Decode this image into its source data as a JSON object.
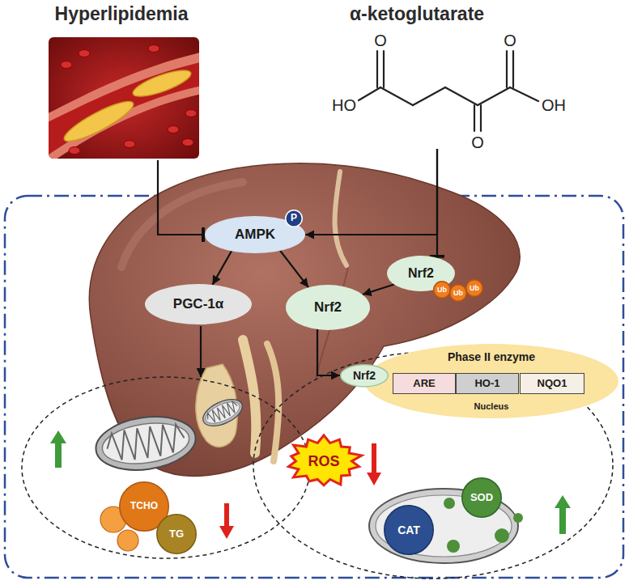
{
  "diagram": {
    "nodes": [
      {
        "text": [
          "Hyperlipidemia"
        ]
      },
      {
        "text": [
          "α-ketoglutarate"
        ]
      },
      {
        "text": [
          "AMPK"
        ]
      },
      {
        "text": [
          "P"
        ],
        "in": 2
      },
      {
        "text": [
          "Nrf2"
        ]
      },
      {
        "text": [
          "Ub"
        ],
        "in": 4
      },
      {
        "text": [
          "Ub"
        ],
        "in": 4
      },
      {
        "text": [
          "Ub"
        ],
        "in": 4
      },
      {
        "text": [
          "PGC-1α"
        ]
      },
      {
        "text": [
          "Nrf2"
        ]
      },
      {
        "text": [
          "Nrf2"
        ]
      },
      {
        "text": [
          "Phase II enzyme",
          "Nucleus"
        ]
      },
      {
        "text": [
          "ARE"
        ],
        "in": 11
      },
      {
        "text": [
          "HO-1"
        ],
        "in": 11
      },
      {
        "text": [
          "NQO1"
        ],
        "in": 11
      },
      {
        "text": [
          "ROS"
        ]
      },
      {
        "text": [
          "TCHO"
        ]
      },
      {
        "text": [
          "TG"
        ]
      },
      {
        "text": [
          "CAT"
        ]
      },
      {
        "text": [
          "SOD"
        ]
      }
    ],
    "edges": [
      {
        "from": 0,
        "to": 2,
        "arrow": "to"
      },
      {
        "from": 1,
        "to": 2,
        "arrow": "to"
      },
      {
        "from": 1,
        "to": 4,
        "arrow": "to"
      },
      {
        "from": 2,
        "to": 8,
        "arrow": "to"
      },
      {
        "from": 2,
        "to": 9,
        "arrow": "to"
      },
      {
        "from": 4,
        "to": 9,
        "arrow": "to"
      },
      {
        "from": 9,
        "to": 10,
        "arrow": "to"
      }
    ],
    "labels": [
      "HO",
      "O",
      "O",
      "O",
      "OH"
    ]
  }
}
